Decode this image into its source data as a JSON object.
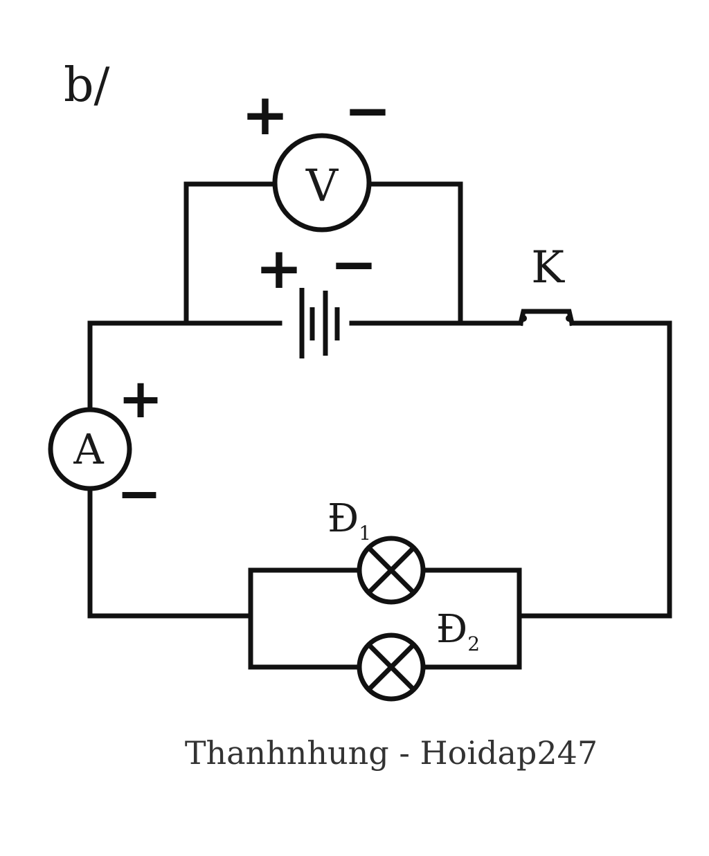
{
  "part_label": "b/",
  "voltmeter": {
    "symbol": "V",
    "plus": "+",
    "minus": "−"
  },
  "battery": {
    "plus": "+",
    "minus": "−"
  },
  "switch": {
    "label": "K"
  },
  "ammeter": {
    "symbol": "A",
    "plus": "+",
    "minus": "−"
  },
  "lamp1": {
    "label": "Đ",
    "subscript": "1"
  },
  "lamp2": {
    "label": "Đ",
    "subscript": "2"
  },
  "credit": "Thanhnhung - Hoidap247"
}
